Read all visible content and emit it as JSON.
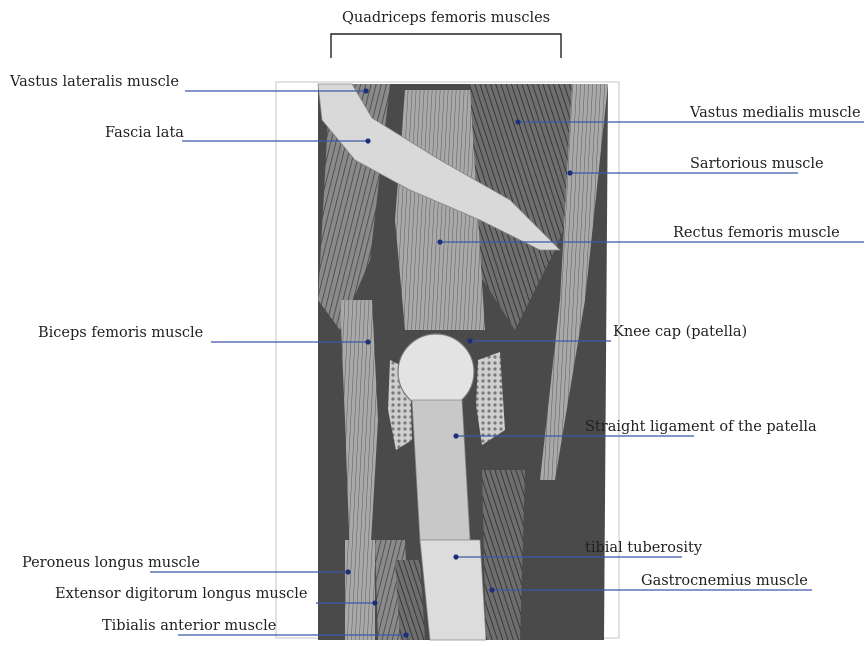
{
  "diagram": {
    "bracket_label": "Quadriceps femoris muscles",
    "leader_color": "#3f57a6",
    "labels": {
      "vastus_lateralis": "Vastus lateralis muscle",
      "fascia_lata": "Fascia lata",
      "biceps_femoris": "Biceps femoris muscle",
      "peroneus_longus": "Peroneus longus muscle",
      "extensor_digitorum": "Extensor digitorum longus muscle",
      "tibialis_anterior": "Tibialis anterior muscle",
      "vastus_medialis": "Vastus medialis muscle",
      "sartorious": "Sartorious muscle",
      "rectus_femoris": "Rectus femoris muscle",
      "knee_cap": "Knee cap (patella)",
      "straight_ligament": "Straight ligament of the patella",
      "tibial_tuberosity": "tibial tuberosity",
      "gastrocnemius": "Gastrocnemius muscle"
    }
  }
}
